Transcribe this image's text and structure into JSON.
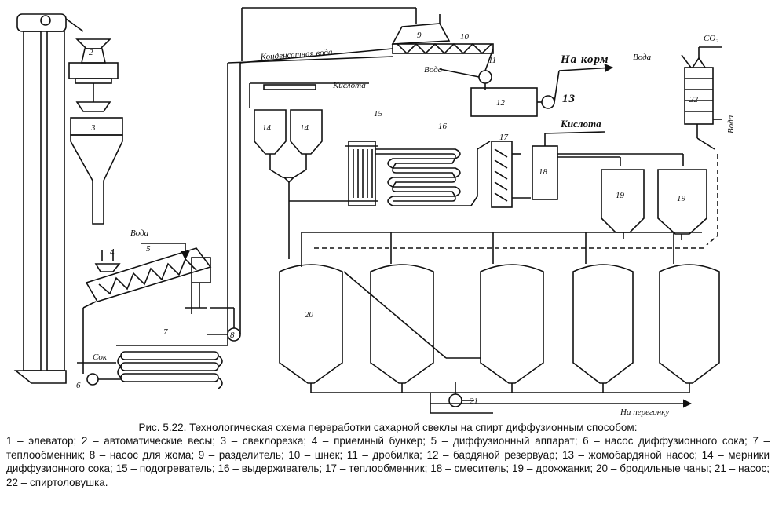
{
  "caption": {
    "title": "Рис. 5.22. Технологическая схема переработки сахарной свеклы на спирт диффузионным способом:",
    "legend": "1 – элеватор; 2 – автоматические весы; 3 – свеклорезка; 4 – приемный бункер; 5 – диффузионный аппарат; 6 – насос диффузионного сока; 7 – теплообменник; 8 – насос для жома; 9 – разделитель; 10 – шнек; 11 – дробилка; 12 – бардяной резервуар; 13 – жомобардяной насос; 14 – мерники диффузионного сока; 15 – подогреватель; 16 – выдерживатель; 17 – теплообменник; 18 – смеситель; 19 – дрожжанки; 20 – бродильные чаны; 21 – насос; 22 – спиртоловушка."
  },
  "labels": {
    "n2": "2",
    "n3": "3",
    "n4": "4",
    "n5": "5",
    "n6": "6",
    "n7": "7",
    "n8": "8",
    "n9": "9",
    "n10": "10",
    "n11": "11",
    "n12": "12",
    "n13": "13",
    "n14a": "14",
    "n14b": "14",
    "n15": "15",
    "n16": "16",
    "n17": "17",
    "n18": "18",
    "n19a": "19",
    "n19b": "19",
    "n20": "20",
    "n21": "21",
    "n22": "22",
    "condensate": "Конденсатная вода",
    "acid_top": "Кислота",
    "water_sep": "Вода",
    "to_feed": "На корм",
    "water_top": "Вода",
    "co2": "CO₂",
    "water_side": "Вода",
    "acid": "Кислота",
    "water_diff": "Вода",
    "juice": "Сок",
    "to_distill": "На перегонку"
  }
}
